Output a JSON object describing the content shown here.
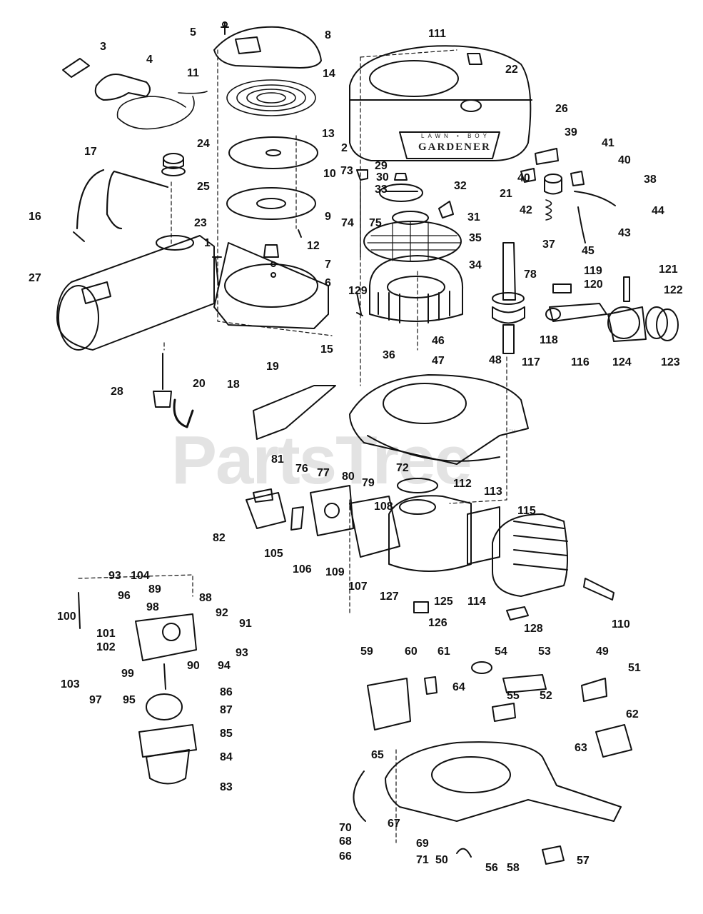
{
  "watermark": {
    "text": "PartsTree",
    "trademark": "™"
  },
  "brand": {
    "top": "LAWN • BOY",
    "name": "GARDENER"
  },
  "labels": [
    {
      "id": "3"
    },
    {
      "id": "4"
    },
    {
      "id": "5"
    },
    {
      "id": "8"
    },
    {
      "id": "11"
    },
    {
      "id": "14"
    },
    {
      "id": "111"
    },
    {
      "id": "22"
    },
    {
      "id": "26"
    },
    {
      "id": "13"
    },
    {
      "id": "24"
    },
    {
      "id": "17"
    },
    {
      "id": "25"
    },
    {
      "id": "10"
    },
    {
      "id": "2"
    },
    {
      "id": "29"
    },
    {
      "id": "73"
    },
    {
      "id": "30"
    },
    {
      "id": "33"
    },
    {
      "id": "32"
    },
    {
      "id": "21"
    },
    {
      "id": "39"
    },
    {
      "id": "41"
    },
    {
      "id": "40a"
    },
    {
      "id": "40b"
    },
    {
      "id": "38"
    },
    {
      "id": "42"
    },
    {
      "id": "44"
    },
    {
      "id": "31"
    },
    {
      "id": "9"
    },
    {
      "id": "16"
    },
    {
      "id": "23"
    },
    {
      "id": "1"
    },
    {
      "id": "12"
    },
    {
      "id": "74"
    },
    {
      "id": "75"
    },
    {
      "id": "35"
    },
    {
      "id": "43"
    },
    {
      "id": "7"
    },
    {
      "id": "37"
    },
    {
      "id": "45"
    },
    {
      "id": "27"
    },
    {
      "id": "6"
    },
    {
      "id": "34"
    },
    {
      "id": "78"
    },
    {
      "id": "121"
    },
    {
      "id": "119"
    },
    {
      "id": "120"
    },
    {
      "id": "122"
    },
    {
      "id": "129"
    },
    {
      "id": "15"
    },
    {
      "id": "36"
    },
    {
      "id": "46"
    },
    {
      "id": "118"
    },
    {
      "id": "47"
    },
    {
      "id": "48"
    },
    {
      "id": "117"
    },
    {
      "id": "116"
    },
    {
      "id": "124"
    },
    {
      "id": "123"
    },
    {
      "id": "19"
    },
    {
      "id": "28"
    },
    {
      "id": "20"
    },
    {
      "id": "18"
    },
    {
      "id": "81"
    },
    {
      "id": "76"
    },
    {
      "id": "77"
    },
    {
      "id": "80"
    },
    {
      "id": "79"
    },
    {
      "id": "72"
    },
    {
      "id": "112"
    },
    {
      "id": "113"
    },
    {
      "id": "108"
    },
    {
      "id": "115"
    },
    {
      "id": "82"
    },
    {
      "id": "105"
    },
    {
      "id": "106"
    },
    {
      "id": "109"
    },
    {
      "id": "107"
    },
    {
      "id": "127"
    },
    {
      "id": "125"
    },
    {
      "id": "114"
    },
    {
      "id": "93a"
    },
    {
      "id": "104"
    },
    {
      "id": "96"
    },
    {
      "id": "89"
    },
    {
      "id": "88"
    },
    {
      "id": "98"
    },
    {
      "id": "100"
    },
    {
      "id": "92"
    },
    {
      "id": "91"
    },
    {
      "id": "101"
    },
    {
      "id": "102"
    },
    {
      "id": "93b"
    },
    {
      "id": "99"
    },
    {
      "id": "94"
    },
    {
      "id": "90"
    },
    {
      "id": "103"
    },
    {
      "id": "97"
    },
    {
      "id": "95"
    },
    {
      "id": "86"
    },
    {
      "id": "87"
    },
    {
      "id": "85"
    },
    {
      "id": "84"
    },
    {
      "id": "83"
    },
    {
      "id": "126"
    },
    {
      "id": "128"
    },
    {
      "id": "110"
    },
    {
      "id": "59"
    },
    {
      "id": "60"
    },
    {
      "id": "61"
    },
    {
      "id": "54"
    },
    {
      "id": "53"
    },
    {
      "id": "49"
    },
    {
      "id": "51"
    },
    {
      "id": "64"
    },
    {
      "id": "55"
    },
    {
      "id": "52"
    },
    {
      "id": "62"
    },
    {
      "id": "63"
    },
    {
      "id": "65"
    },
    {
      "id": "67"
    },
    {
      "id": "70"
    },
    {
      "id": "68"
    },
    {
      "id": "69"
    },
    {
      "id": "66"
    },
    {
      "id": "71"
    },
    {
      "id": "50"
    },
    {
      "id": "56"
    },
    {
      "id": "58"
    },
    {
      "id": "57"
    }
  ],
  "label_text": {
    "3": "3",
    "4": "4",
    "5": "5",
    "8": "8",
    "11": "11",
    "14": "14",
    "111": "111",
    "22": "22",
    "26": "26",
    "13": "13",
    "24": "24",
    "17": "17",
    "25": "25",
    "10": "10",
    "2": "2",
    "29": "29",
    "73": "73",
    "30": "30",
    "33": "33",
    "32": "32",
    "21": "21",
    "39": "39",
    "41": "41",
    "40a": "40",
    "40b": "40",
    "38": "38",
    "42": "42",
    "44": "44",
    "31": "31",
    "9": "9",
    "16": "16",
    "23": "23",
    "1": "1",
    "12": "12",
    "74": "74",
    "75": "75",
    "35": "35",
    "43": "43",
    "7": "7",
    "37": "37",
    "45": "45",
    "27": "27",
    "6": "6",
    "34": "34",
    "78": "78",
    "121": "121",
    "119": "119",
    "120": "120",
    "122": "122",
    "129": "129",
    "15": "15",
    "36": "36",
    "46": "46",
    "118": "118",
    "47": "47",
    "48": "48",
    "117": "117",
    "116": "116",
    "124": "124",
    "123": "123",
    "19": "19",
    "28": "28",
    "20": "20",
    "18": "18",
    "81": "81",
    "76": "76",
    "77": "77",
    "80": "80",
    "79": "79",
    "72": "72",
    "112": "112",
    "113": "113",
    "108": "108",
    "115": "115",
    "82": "82",
    "105": "105",
    "106": "106",
    "109": "109",
    "107": "107",
    "127": "127",
    "125": "125",
    "114": "114",
    "93a": "93",
    "104": "104",
    "96": "96",
    "89": "89",
    "88": "88",
    "98": "98",
    "100": "100",
    "92": "92",
    "91": "91",
    "101": "101",
    "102": "102",
    "93b": "93",
    "99": "99",
    "94": "94",
    "90": "90",
    "103": "103",
    "97": "97",
    "95": "95",
    "86": "86",
    "87": "87",
    "85": "85",
    "84": "84",
    "83": "83",
    "126": "126",
    "128": "128",
    "110": "110",
    "59": "59",
    "60": "60",
    "61": "61",
    "54": "54",
    "53": "53",
    "49": "49",
    "51": "51",
    "64": "64",
    "55": "55",
    "52": "52",
    "62": "62",
    "63": "63",
    "65": "65",
    "67": "67",
    "70": "70",
    "68": "68",
    "69": "69",
    "66": "66",
    "71": "71",
    "50": "50",
    "56": "56",
    "58": "58",
    "57": "57"
  }
}
